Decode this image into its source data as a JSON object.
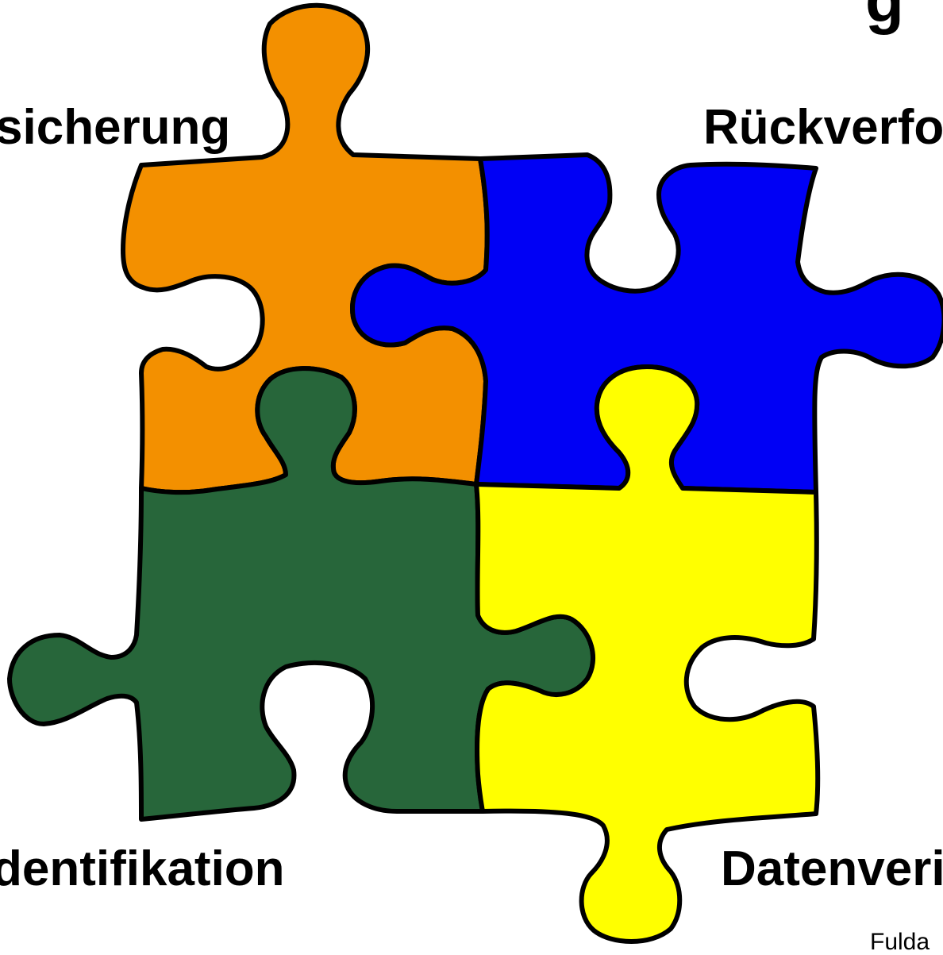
{
  "labels": {
    "top_left": "sicherung",
    "top_right": "Rückverfo",
    "bottom_left": "dentifikation",
    "bottom_right": "Datenveri",
    "corner_note": "Fulda",
    "title_fragment": "g"
  },
  "pieces": {
    "orange": "#f39000",
    "blue": "#0000f5",
    "green": "#27663a",
    "yellow": "#ffff00",
    "outline": "#000000"
  }
}
